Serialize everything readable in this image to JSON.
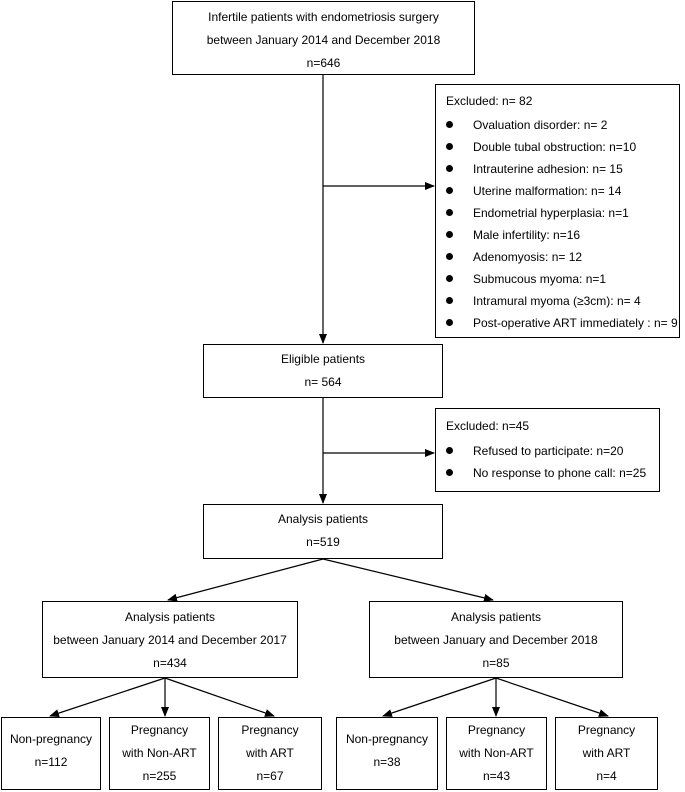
{
  "nodes": {
    "start": {
      "lines": [
        "Infertile patients with endometriosis surgery",
        "between January 2014 and December 2018",
        "n=646"
      ]
    },
    "eligible": {
      "lines": [
        "Eligible patients",
        "n= 564"
      ]
    },
    "analysis": {
      "lines": [
        "Analysis patients",
        "n=519"
      ]
    },
    "analysis_2014_2017": {
      "lines": [
        "Analysis patients",
        "between January 2014 and December 2017",
        "n=434"
      ]
    },
    "analysis_2018": {
      "lines": [
        "Analysis patients",
        "between January and December 2018",
        "n=85"
      ]
    },
    "non_preg_a": {
      "lines": [
        "Non-pregnancy",
        "n=112"
      ]
    },
    "preg_nonart_a": {
      "lines": [
        "Pregnancy",
        "with Non-ART",
        "n=255"
      ]
    },
    "preg_art_a": {
      "lines": [
        "Pregnancy",
        "with ART",
        "n=67"
      ]
    },
    "non_preg_b": {
      "lines": [
        "Non-pregnancy",
        "n=38"
      ]
    },
    "preg_nonart_b": {
      "lines": [
        "Pregnancy",
        "with Non-ART",
        "n=43"
      ]
    },
    "preg_art_b": {
      "lines": [
        "Pregnancy",
        "with ART",
        "n=4"
      ]
    }
  },
  "excluded_first": {
    "title": "Excluded: n= 82",
    "items": [
      "Ovaluation disorder: n= 2",
      "Double tubal obstruction: n=10",
      "Intrauterine adhesion: n= 15",
      "Uterine malformation: n= 14",
      "Endometrial hyperplasia: n=1",
      "Male infertility: n=16",
      "Adenomyosis: n= 12",
      "Submucous myoma: n=1",
      "Intramural myoma (≥3cm): n= 4",
      "Post-operative ART immediately : n= 9"
    ]
  },
  "excluded_second": {
    "title": "Excluded: n=45",
    "items": [
      "Refused to participate: n=20",
      "No response to phone call: n=25"
    ]
  }
}
